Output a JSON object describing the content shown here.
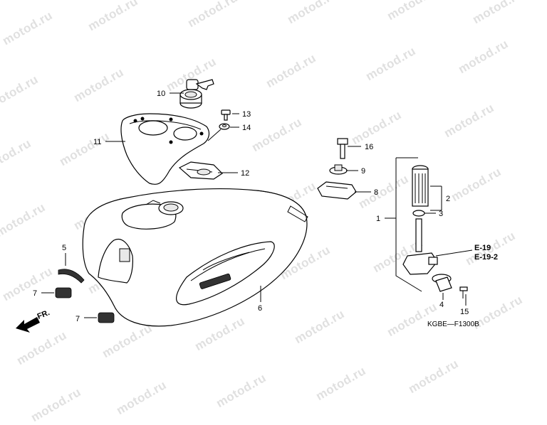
{
  "watermark": "motod.ru",
  "diagram_code": "KGBE—F1300B",
  "front_arrow": "FR.",
  "refs": {
    "e19": "E-19",
    "e192": "E-19-2"
  },
  "callouts": {
    "c1": "1",
    "c2": "2",
    "c3": "3",
    "c4": "4",
    "c5": "5",
    "c6": "6",
    "c7a": "7",
    "c7b": "7",
    "c8": "8",
    "c9": "9",
    "c10": "10",
    "c11": "11",
    "c12": "12",
    "c13": "13",
    "c14": "14",
    "c15": "15",
    "c16": "16"
  }
}
